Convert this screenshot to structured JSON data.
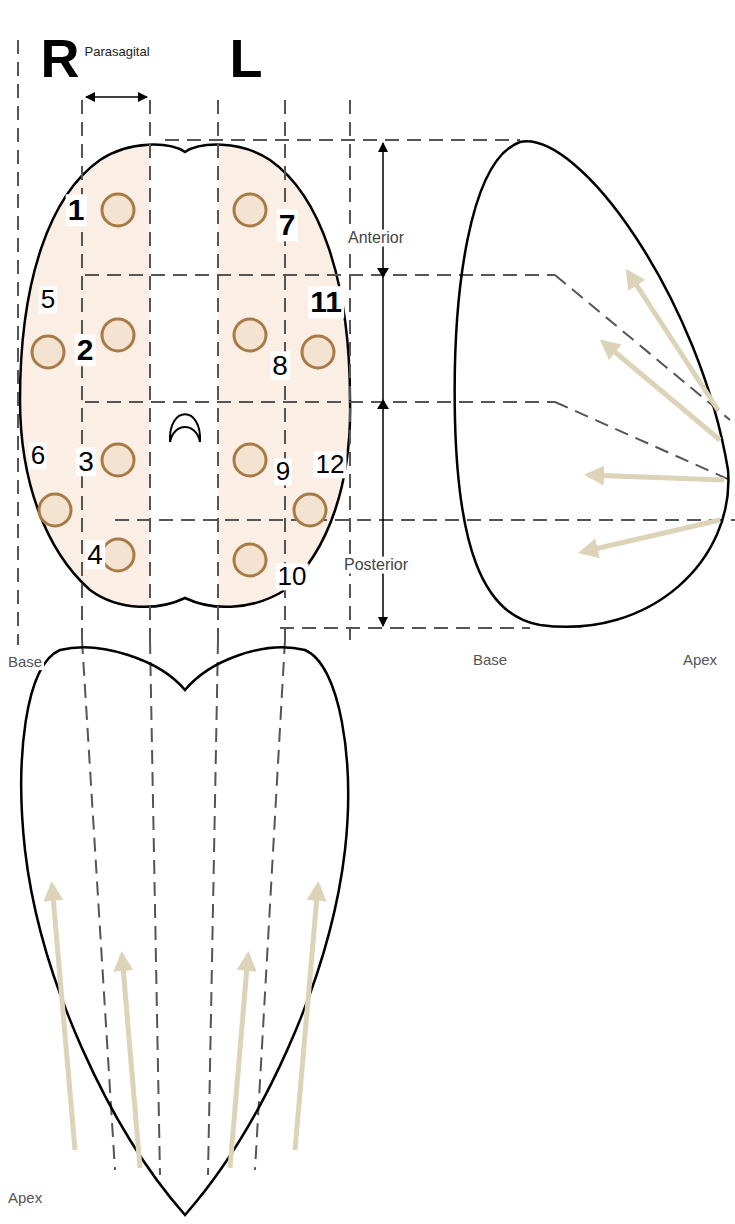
{
  "diagram": {
    "labels": [
      "R",
      "Parasagital",
      "L",
      "1",
      "7",
      "Anterior",
      "5",
      "11",
      "2",
      "8",
      "6",
      "3",
      "9",
      "12",
      "Posterior",
      "4",
      "10",
      "Base",
      "Apex",
      "Base",
      "Apex"
    ]
  }
}
